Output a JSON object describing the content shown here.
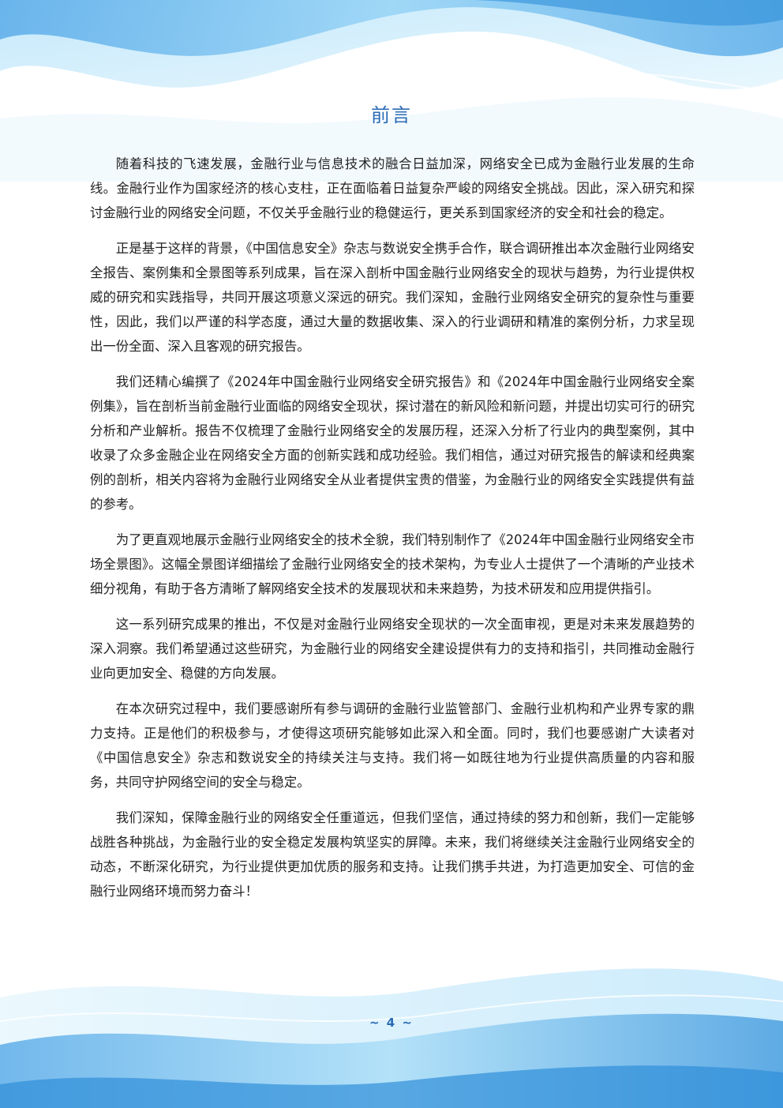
{
  "page": {
    "title": "前言",
    "page_number": "~ 4 ~",
    "accent_color": "#2a6bb5"
  },
  "paragraphs": [
    "随着科技的飞速发展，金融行业与信息技术的融合日益加深，网络安全已成为金融行业发展的生命线。金融行业作为国家经济的核心支柱，正在面临着日益复杂严峻的网络安全挑战。因此，深入研究和探讨金融行业的网络安全问题，不仅关乎金融行业的稳健运行，更关系到国家经济的安全和社会的稳定。",
    "正是基于这样的背景，《中国信息安全》杂志与数说安全携手合作，联合调研推出本次金融行业网络安全报告、案例集和全景图等系列成果，旨在深入剖析中国金融行业网络安全的现状与趋势，为行业提供权威的研究和实践指导，共同开展这项意义深远的研究。我们深知，金融行业网络安全研究的复杂性与重要性，因此，我们以严谨的科学态度，通过大量的数据收集、深入的行业调研和精准的案例分析，力求呈现出一份全面、深入且客观的研究报告。",
    "我们还精心编撰了《2024年中国金融行业网络安全研究报告》和《2024年中国金融行业网络安全案例集》，旨在剖析当前金融行业面临的网络安全现状，探讨潜在的新风险和新问题，并提出切实可行的研究分析和产业解析。报告不仅梳理了金融行业网络安全的发展历程，还深入分析了行业内的典型案例，其中收录了众多金融企业在网络安全方面的创新实践和成功经验。我们相信，通过对研究报告的解读和经典案例的剖析，相关内容将为金融行业网络安全从业者提供宝贵的借鉴，为金融行业的网络安全实践提供有益的参考。",
    "为了更直观地展示金融行业网络安全的技术全貌，我们特别制作了《2024年中国金融行业网络安全市场全景图》。这幅全景图详细描绘了金融行业网络安全的技术架构，为专业人士提供了一个清晰的产业技术细分视角，有助于各方清晰了解网络安全技术的发展现状和未来趋势，为技术研发和应用提供指引。",
    "这一系列研究成果的推出，不仅是对金融行业网络安全现状的一次全面审视，更是对未来发展趋势的深入洞察。我们希望通过这些研究，为金融行业的网络安全建设提供有力的支持和指引，共同推动金融行业向更加安全、稳健的方向发展。",
    "在本次研究过程中，我们要感谢所有参与调研的金融行业监管部门、金融行业机构和产业界专家的鼎力支持。正是他们的积极参与，才使得这项研究能够如此深入和全面。同时，我们也要感谢广大读者对《中国信息安全》杂志和数说安全的持续关注与支持。我们将一如既往地为行业提供高质量的内容和服务，共同守护网络空间的安全与稳定。",
    "我们深知，保障金融行业的网络安全任重道远，但我们坚信，通过持续的努力和创新，我们一定能够战胜各种挑战，为金融行业的安全稳定发展构筑坚实的屏障。未来，我们将继续关注金融行业网络安全的动态，不断深化研究，为行业提供更加优质的服务和支持。让我们携手共进，为打造更加安全、可信的金融行业网络环境而努力奋斗！"
  ]
}
